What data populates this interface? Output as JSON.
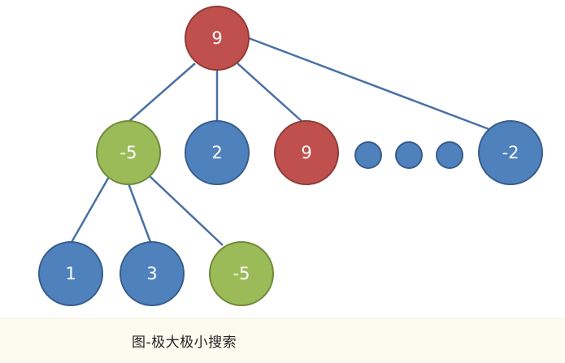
{
  "colors": {
    "max_node_fill": "#c0504d",
    "max_node_stroke": "#8e3b38",
    "min_node_fill": "#9bbb59",
    "min_node_stroke": "#6f8a3b",
    "leaf_node_fill": "#4f81bd",
    "leaf_node_stroke": "#385d8a",
    "edge": "#4a6fa5"
  },
  "tree": {
    "root": {
      "label": "9",
      "kind": "max"
    },
    "level1": [
      {
        "label": "-5",
        "kind": "min"
      },
      {
        "label": "2",
        "kind": "leaf"
      },
      {
        "label": "9",
        "kind": "max"
      },
      {
        "label": "",
        "kind": "ellipsis-dot"
      },
      {
        "label": "",
        "kind": "ellipsis-dot"
      },
      {
        "label": "",
        "kind": "ellipsis-dot"
      },
      {
        "label": "-2",
        "kind": "leaf"
      }
    ],
    "level2": [
      {
        "label": "1",
        "kind": "leaf"
      },
      {
        "label": "3",
        "kind": "leaf"
      },
      {
        "label": "-5",
        "kind": "min"
      }
    ]
  },
  "caption": "图-极大极小搜索"
}
